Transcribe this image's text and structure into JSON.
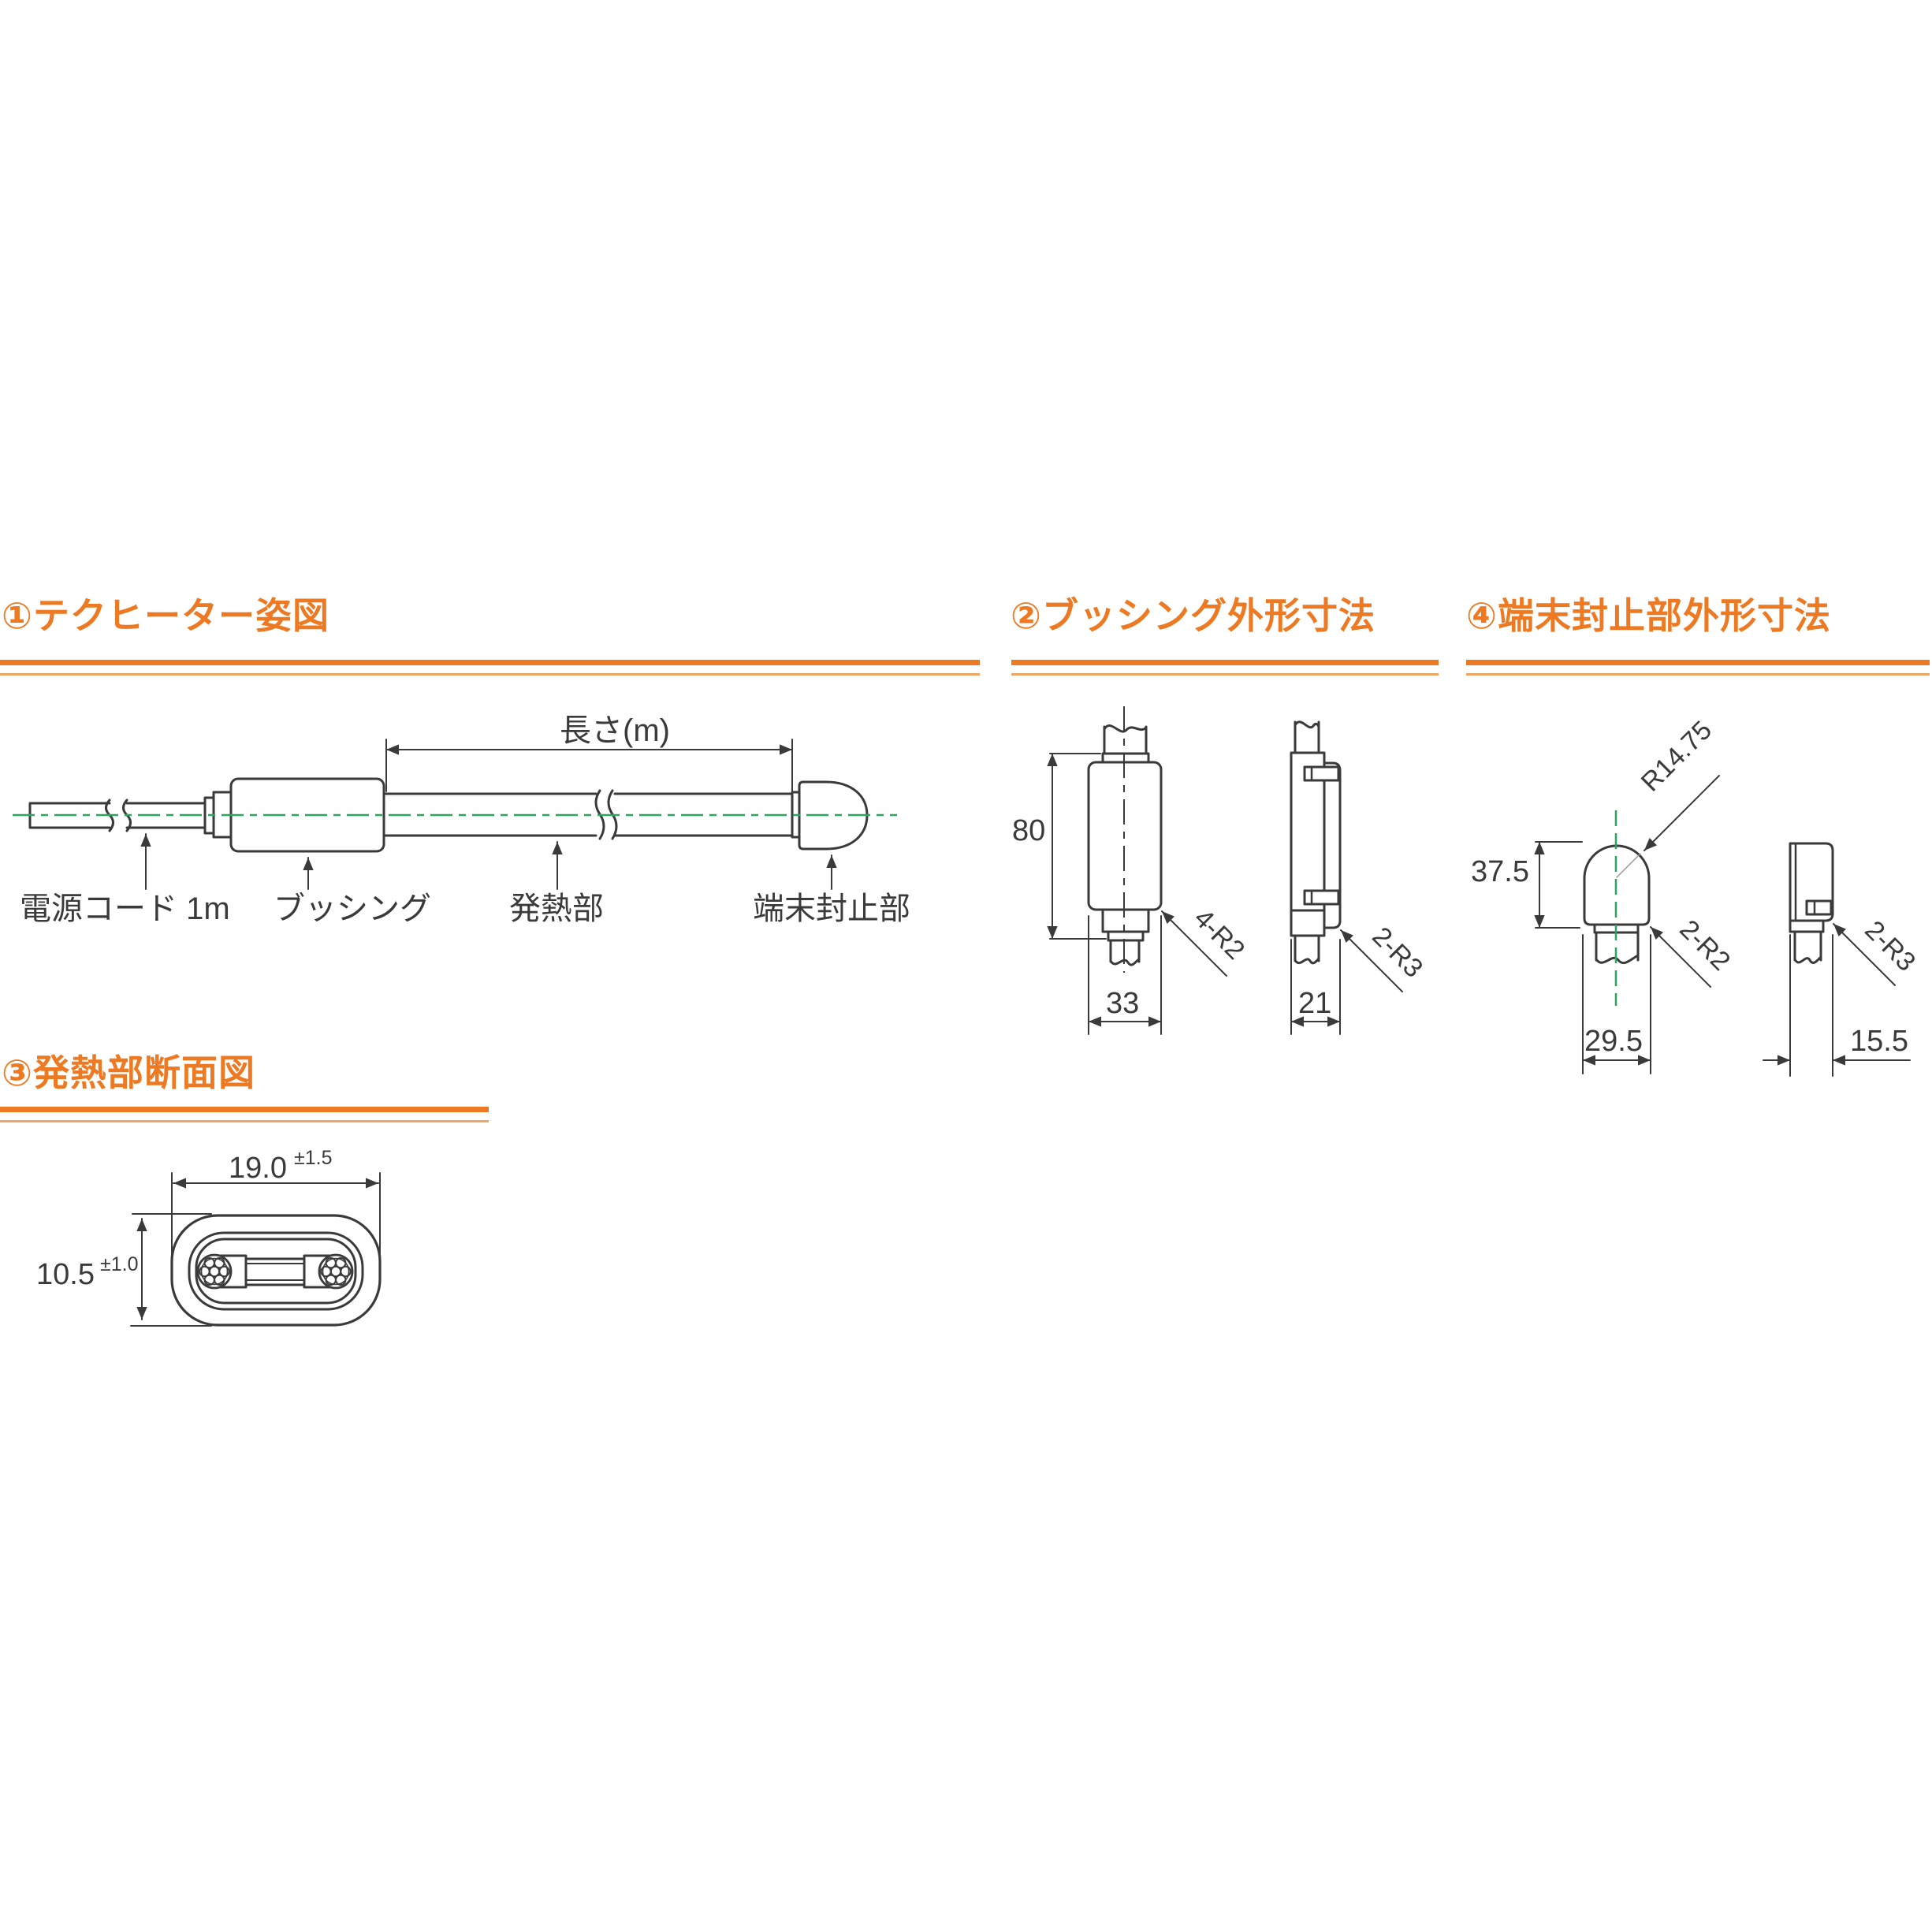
{
  "colors": {
    "accent_orange": "#ED7A23",
    "accent_orange_light": "#F2A462",
    "line_color": "#3a3a3a",
    "centerline_green": "#2aa45e"
  },
  "sections": {
    "overview": {
      "number_title": "①テクヒーター姿図",
      "labels": {
        "length": "長さ(m)",
        "power_cord": "電源コード 1m",
        "bushing": "ブッシング",
        "heating_part": "発熱部",
        "terminal_seal": "端末封止部"
      }
    },
    "bushing": {
      "number_title": "②ブッシング外形寸法",
      "dims": {
        "height": "80",
        "front_width": "33",
        "side_width": "21",
        "front_corner_radius": "4-R2",
        "side_corner_radius": "2-R3"
      }
    },
    "terminal_seal": {
      "number_title": "④端末封止部外形寸法",
      "dims": {
        "cap_radius": "R14.75",
        "height": "37.5",
        "front_corner_radius": "2-R2",
        "front_width": "29.5",
        "side_corner_radius": "2-R3",
        "side_width": "15.5"
      }
    },
    "cross_section": {
      "number_title": "③発熱部断面図",
      "dims": {
        "width": "19.0",
        "width_tolerance": "±1.5",
        "height": "10.5",
        "height_tolerance": "±1.0"
      }
    }
  }
}
